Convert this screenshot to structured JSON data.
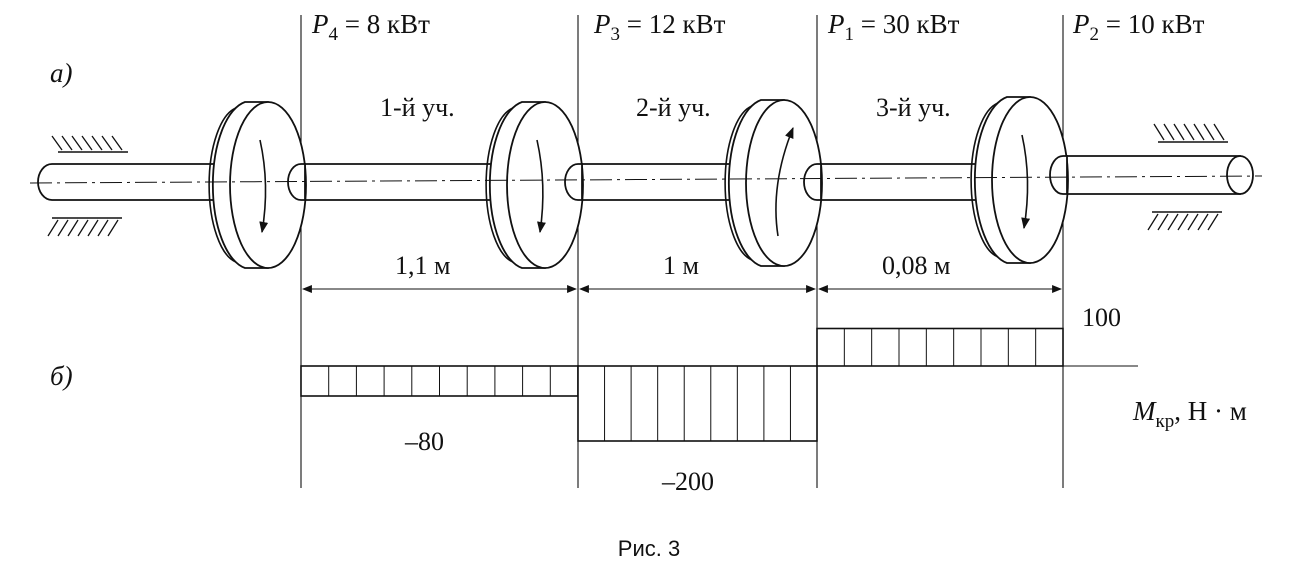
{
  "labels": {
    "part_a": "а)",
    "part_b": "б)",
    "caption": "Рис. 3",
    "moment_axis": "M",
    "moment_axis_sub": "кр",
    "moment_axis_unit": ", Н · м"
  },
  "powers": [
    {
      "symbol": "P",
      "index": "4",
      "value": " = 8 кВт"
    },
    {
      "symbol": "P",
      "index": "3",
      "value": " = 12 кВт"
    },
    {
      "symbol": "P",
      "index": "1",
      "value": " = 30 кВт"
    },
    {
      "symbol": "P",
      "index": "2",
      "value": " = 10 кВт"
    }
  ],
  "sections": [
    {
      "name": "1-й уч.",
      "length": "1,1 м",
      "torque": -80,
      "torque_label": "–80"
    },
    {
      "name": "2-й уч.",
      "length": "1 м",
      "torque": -200,
      "torque_label": "–200"
    },
    {
      "name": "3-й уч.",
      "length": "0,08 м",
      "torque": 100,
      "torque_label": "100"
    }
  ]
}
